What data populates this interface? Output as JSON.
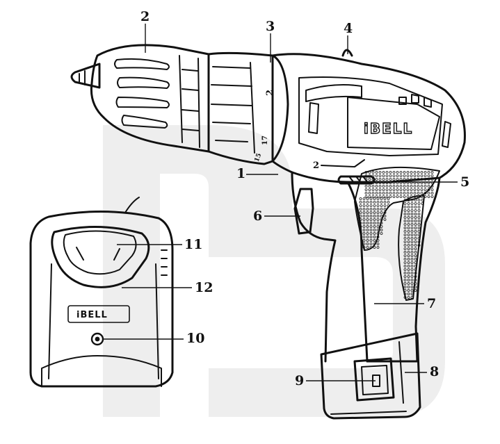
{
  "brand": "iBELL",
  "charger_brand": "iBELL",
  "chuck_markings": {
    "mode_2": "2",
    "torque_17": "17",
    "torque_15": "15"
  },
  "switch_marking": "2",
  "callouts": [
    {
      "id": "1",
      "label": "1"
    },
    {
      "id": "2",
      "label": "2"
    },
    {
      "id": "3",
      "label": "3"
    },
    {
      "id": "4",
      "label": "4"
    },
    {
      "id": "5",
      "label": "5"
    },
    {
      "id": "6",
      "label": "6"
    },
    {
      "id": "7",
      "label": "7"
    },
    {
      "id": "8",
      "label": "8"
    },
    {
      "id": "9",
      "label": "9"
    },
    {
      "id": "10",
      "label": "10"
    },
    {
      "id": "11",
      "label": "11"
    },
    {
      "id": "12",
      "label": "12"
    }
  ],
  "colors": {
    "line": "#111111",
    "watermark": "#eeeeee",
    "background": "#ffffff"
  }
}
